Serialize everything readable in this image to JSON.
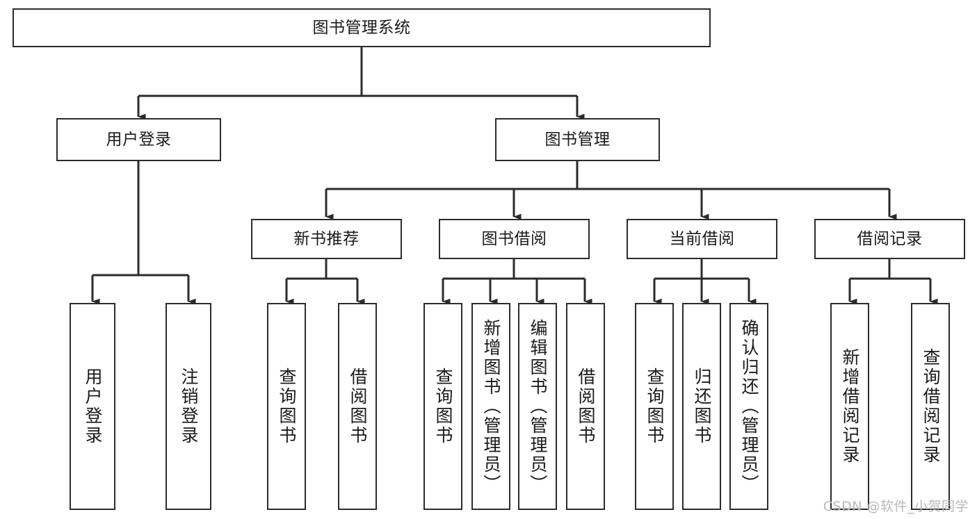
{
  "diagram": {
    "title_text": "图书管理系统",
    "watermark": "CSDN @软件_小贺同学",
    "line_color": "#2b2b2b",
    "box_fill": "#ffffff",
    "text_color": "#1a1a1a",
    "watermark_color": "#b9b9b9",
    "nodes": {
      "root": {
        "label": "图书管理系统"
      },
      "user_login": {
        "label": "用户登录"
      },
      "book_manage": {
        "label": "图书管理"
      },
      "new_book_rec": {
        "label": "新书推荐"
      },
      "book_borrow": {
        "label": "图书借阅"
      },
      "current_borrow": {
        "label": "当前借阅"
      },
      "borrow_record": {
        "label": "借阅记录"
      },
      "leaf_user_login": {
        "label": "用户登录"
      },
      "leaf_logout": {
        "label": "注销登录"
      },
      "leaf_query_book_1": {
        "label": "查询图书"
      },
      "leaf_borrow_book_1": {
        "label": "借阅图书"
      },
      "leaf_query_book_2": {
        "label": "查询图书"
      },
      "leaf_add_book_admin": {
        "label": "新增图书（管理员）"
      },
      "leaf_edit_book_admin": {
        "label": "编辑图书（管理员）"
      },
      "leaf_borrow_book_2": {
        "label": "借阅图书"
      },
      "leaf_query_book_3": {
        "label": "查询图书"
      },
      "leaf_return_book": {
        "label": "归还图书"
      },
      "leaf_confirm_return_admin": {
        "label": "确认归还（管理员）"
      },
      "leaf_add_record": {
        "label": "新增借阅记录"
      },
      "leaf_query_record": {
        "label": "查询借阅记录"
      }
    }
  }
}
